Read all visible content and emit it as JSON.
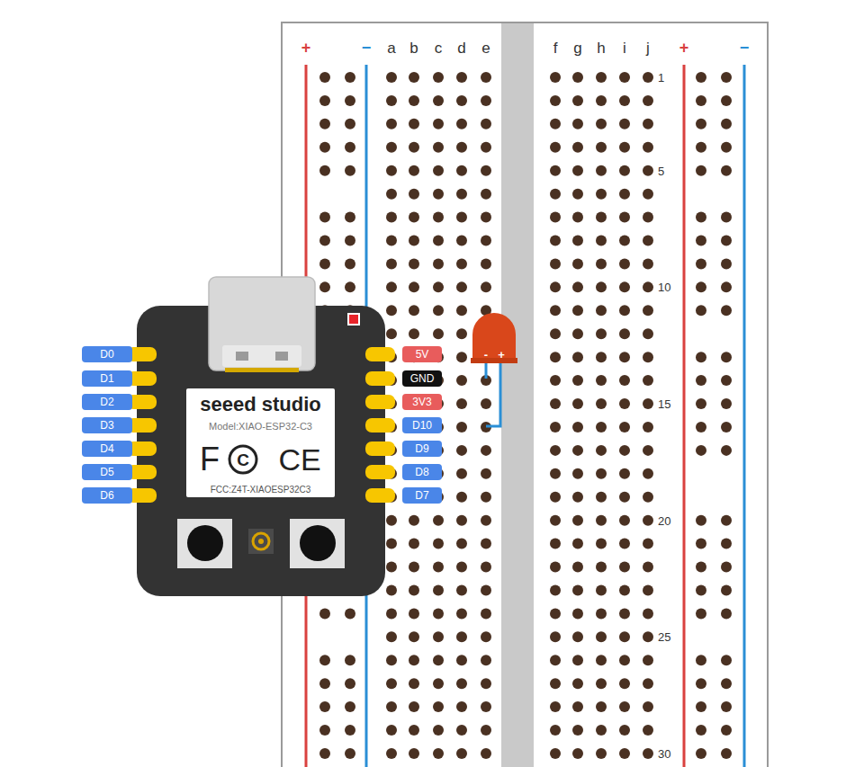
{
  "diagram": {
    "nodes": [
      {
        "text": [
          "seeed studio",
          "Model:XIAO-ESP32-C3",
          "FCC:Z4T-XIAOESP32C3"
        ]
      },
      {
        "text": [
          "D0"
        ]
      },
      {
        "text": [
          "D1"
        ]
      },
      {
        "text": [
          "D2"
        ]
      },
      {
        "text": [
          "D3"
        ]
      },
      {
        "text": [
          "D4"
        ]
      },
      {
        "text": [
          "D5"
        ]
      },
      {
        "text": [
          "D6"
        ]
      },
      {
        "text": [
          "5V"
        ]
      },
      {
        "text": [
          "GND"
        ]
      },
      {
        "text": [
          "3V3"
        ]
      },
      {
        "text": [
          "D10"
        ]
      },
      {
        "text": [
          "D9"
        ]
      },
      {
        "text": [
          "D8"
        ]
      },
      {
        "text": [
          "D7"
        ]
      }
    ],
    "labels": [
      "+",
      "−",
      "a",
      "b",
      "c",
      "d",
      "e",
      "f",
      "g",
      "h",
      "i",
      "j",
      "+",
      "−",
      "1",
      "5",
      "10",
      "15",
      "20",
      "25",
      "30",
      "F",
      "C",
      "CE",
      "-",
      "+"
    ]
  }
}
